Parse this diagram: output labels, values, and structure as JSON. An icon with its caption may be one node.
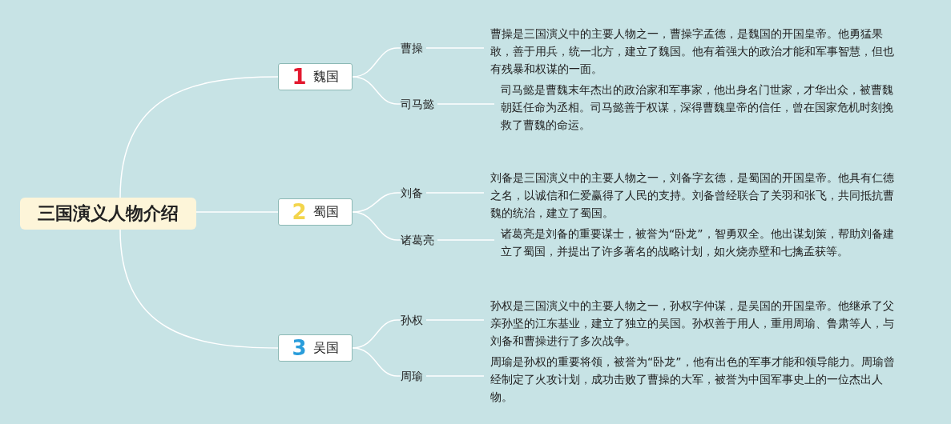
{
  "diagram": {
    "nodes": [
      {
        "text": [
          "三国演义人物介绍"
        ]
      },
      {
        "text": [
          "1",
          "魏国"
        ]
      },
      {
        "text": [
          "曹操"
        ]
      },
      {
        "text": [
          "曹操是三国演义中的主要人物之一，曹操字孟德，是魏国的开国皇帝。他勇猛果敢，善于用兵，统一北方，建立了魏国。他有着强大的政治才能和军事智慧，但也有残暴和权谋的一面。"
        ]
      },
      {
        "text": [
          "司马懿"
        ]
      },
      {
        "text": [
          "司马懿是曹魏末年杰出的政治家和军事家，他出身名门世家，才华出众，被曹魏朝廷任命为丞相。司马懿善于权谋，深得曹魏皇帝的信任，曾在国家危机时刻挽救了曹魏的命运。"
        ]
      },
      {
        "text": [
          "2",
          "蜀国"
        ]
      },
      {
        "text": [
          "刘备"
        ]
      },
      {
        "text": [
          "刘备是三国演义中的主要人物之一，刘备字玄德，是蜀国的开国皇帝。他具有仁德之名，以诚信和仁爱赢得了人民的支持。刘备曾经联合了关羽和张飞，共同抵抗曹魏的统治，建立了蜀国。"
        ]
      },
      {
        "text": [
          "诸葛亮"
        ]
      },
      {
        "text": [
          "诸葛亮是刘备的重要谋士，被誉为“卧龙”，智勇双全。他出谋划策，帮助刘备建立了蜀国，并提出了许多著名的战略计划，如火烧赤壁和七擒孟获等。"
        ]
      },
      {
        "text": [
          "3",
          "吴国"
        ]
      },
      {
        "text": [
          "孙权"
        ]
      },
      {
        "text": [
          "孙权是三国演义中的主要人物之一，孙权字仲谋，是吴国的开国皇帝。他继承了父亲孙坚的江东基业，建立了独立的吴国。孙权善于用人，重用周瑜、鲁肃等人，与刘备和曹操进行了多次战争。"
        ]
      },
      {
        "text": [
          "周瑜"
        ]
      },
      {
        "text": [
          "周瑜是孙权的重要将领，被誉为“卧龙”，他有出色的军事才能和领导能力。周瑜曾经制定了火攻计划，成功击败了曹操的大军，被誉为中国军事史上的一位杰出人物。"
        ]
      }
    ],
    "edges": [
      {
        "from": 0,
        "to": 1,
        "arrow": "none"
      },
      {
        "from": 1,
        "to": 2,
        "arrow": "none"
      },
      {
        "from": 2,
        "to": 3,
        "arrow": "none"
      },
      {
        "from": 1,
        "to": 4,
        "arrow": "none"
      },
      {
        "from": 4,
        "to": 5,
        "arrow": "none"
      },
      {
        "from": 0,
        "to": 6,
        "arrow": "none"
      },
      {
        "from": 6,
        "to": 7,
        "arrow": "none"
      },
      {
        "from": 7,
        "to": 8,
        "arrow": "none"
      },
      {
        "from": 6,
        "to": 9,
        "arrow": "none"
      },
      {
        "from": 9,
        "to": 10,
        "arrow": "none"
      },
      {
        "from": 0,
        "to": 11,
        "arrow": "none"
      },
      {
        "from": 11,
        "to": 12,
        "arrow": "none"
      },
      {
        "from": 12,
        "to": 13,
        "arrow": "none"
      },
      {
        "from": 11,
        "to": 14,
        "arrow": "none"
      },
      {
        "from": 14,
        "to": 15,
        "arrow": "none"
      }
    ]
  }
}
